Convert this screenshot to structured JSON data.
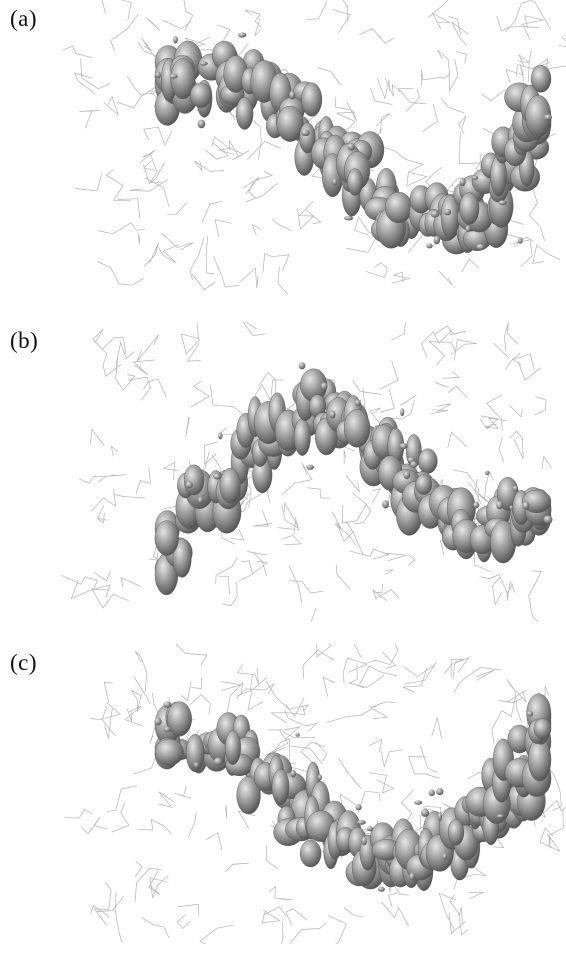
{
  "figure": {
    "panels": [
      {
        "label": "(a)"
      },
      {
        "label": "(b)"
      },
      {
        "label": "(c)"
      }
    ]
  },
  "colors": {
    "background": "#ffffff",
    "isosurface_fill": "#8f8f8f",
    "isosurface_highlight": "#e2e2e2",
    "isosurface_shadow": "#4a4a4a",
    "stick_model": "#9a9a9a",
    "label_text": "#111111"
  }
}
